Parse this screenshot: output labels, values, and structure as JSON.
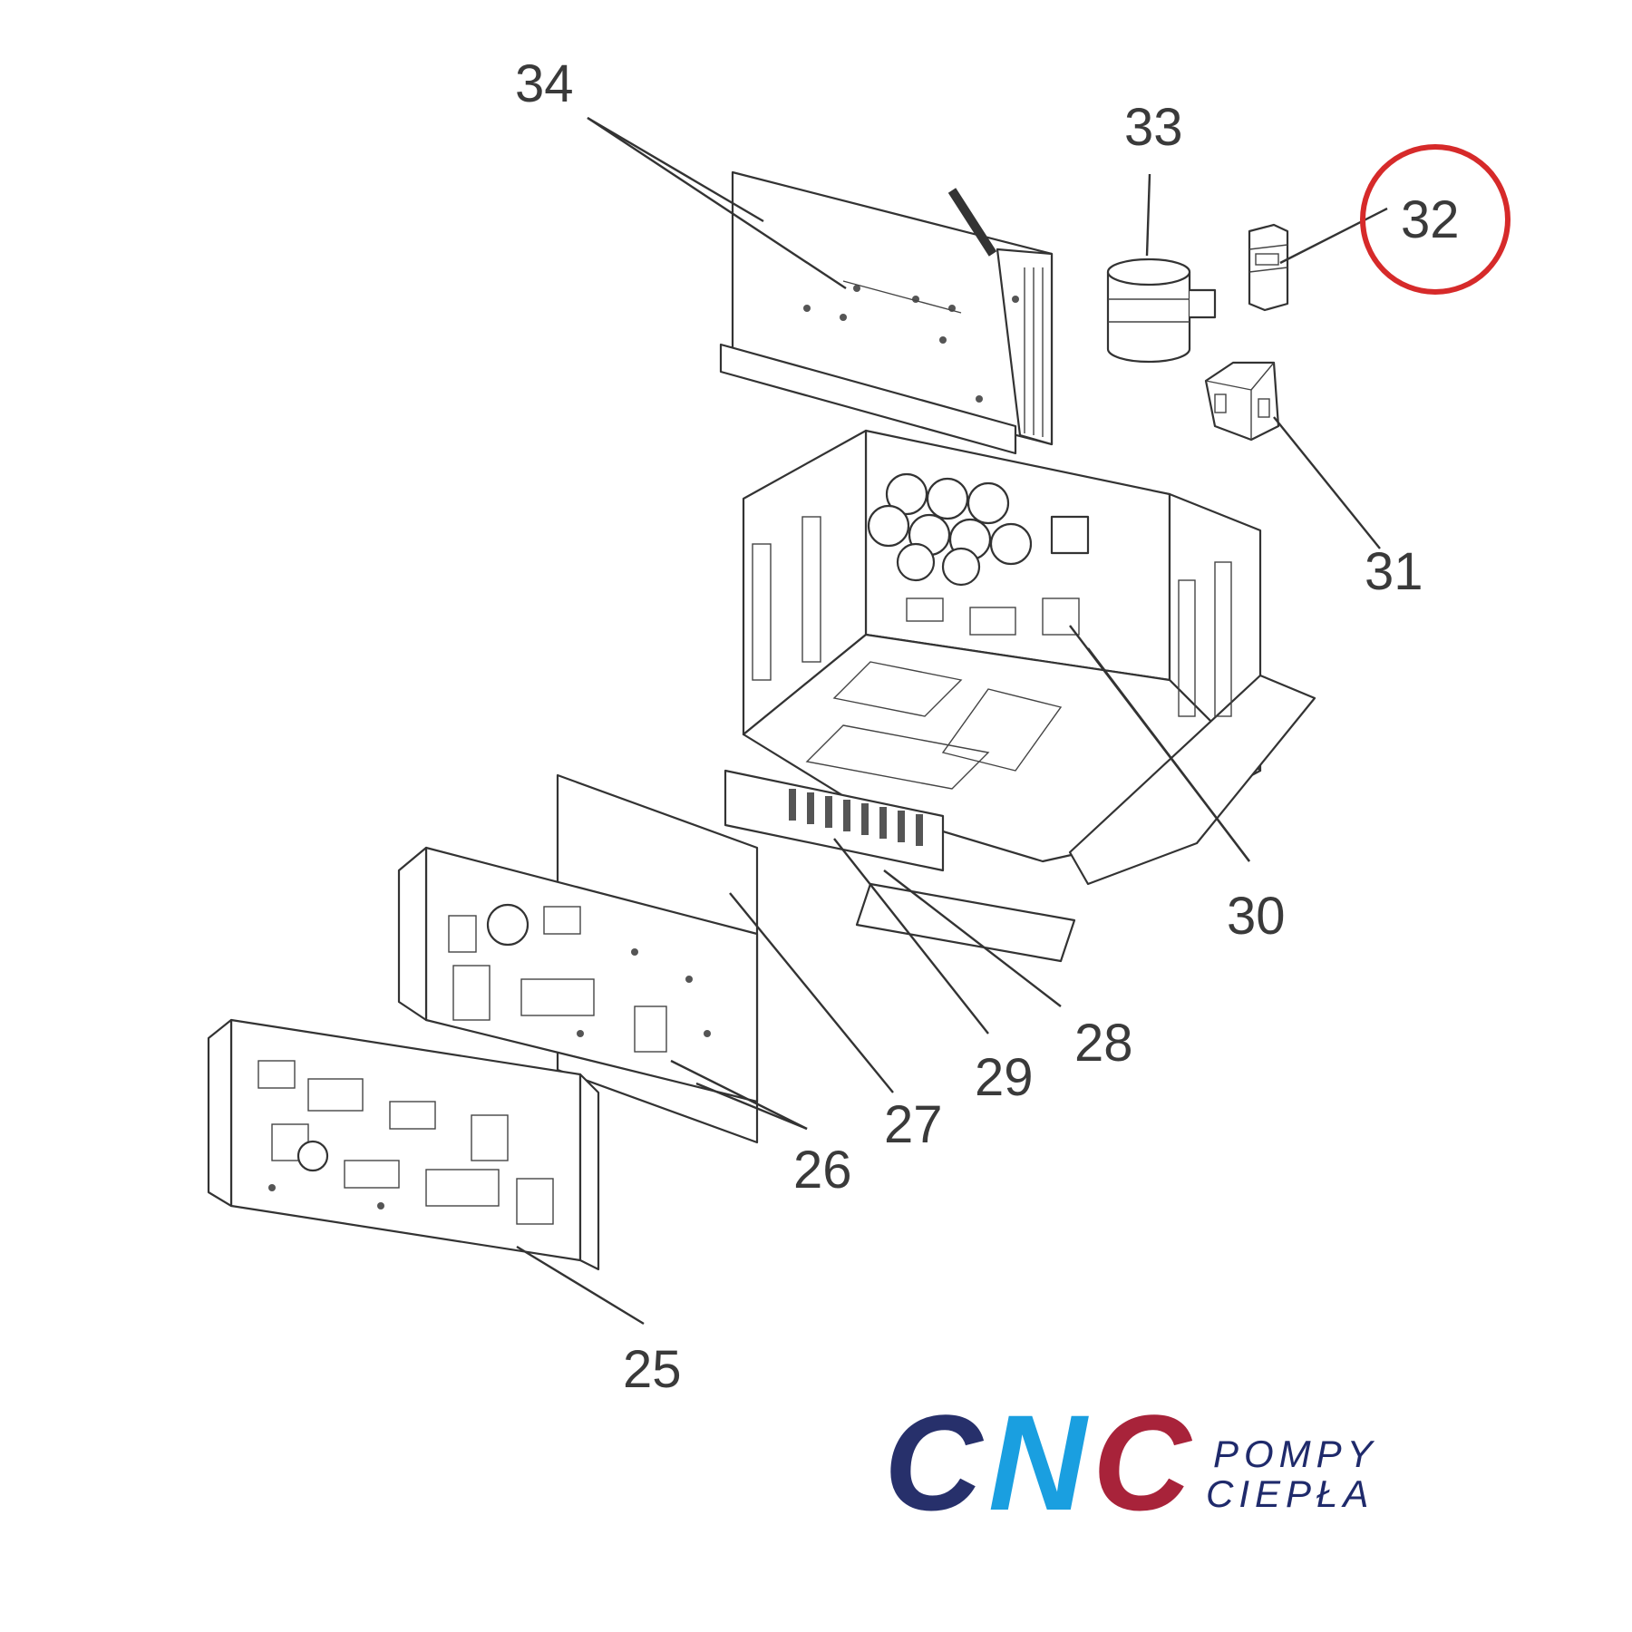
{
  "diagram": {
    "callouts": [
      "25",
      "26",
      "27",
      "28",
      "29",
      "30",
      "31",
      "32",
      "33",
      "34"
    ],
    "highlighted_callout": "32",
    "highlight_color": "#d62a2a"
  },
  "logo": {
    "letters": [
      "C",
      "N",
      "C"
    ],
    "letter_colors": [
      "#27306b",
      "#1a9fe0",
      "#a8233a"
    ],
    "line1": "POMPY",
    "line2": "CIEPŁA"
  }
}
